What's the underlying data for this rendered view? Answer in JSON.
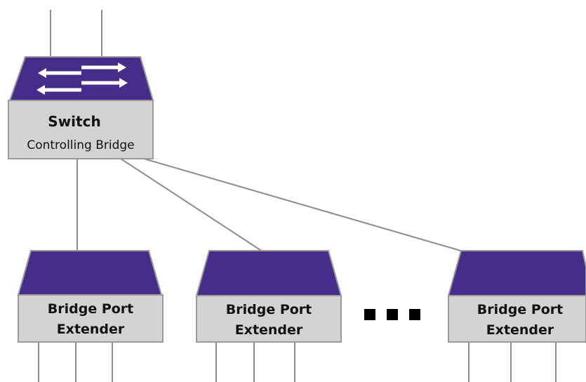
{
  "colors": {
    "device_top": "#472d8a",
    "device_body": "#d3d3d3",
    "device_border": "#9a9a9a",
    "link": "#8c8c8c",
    "arrow": "#ffffff",
    "ellipsis": "#000000"
  },
  "switch": {
    "title": "Switch",
    "subtitle": "Controlling Bridge",
    "icon": "bidirectional-arrows-icon"
  },
  "extenders": [
    {
      "line1": "Bridge Port",
      "line2": "Extender"
    },
    {
      "line1": "Bridge Port",
      "line2": "Extender"
    },
    {
      "line1": "Bridge Port",
      "line2": "Extender"
    }
  ],
  "ellipsis_icon": "ellipsis-dots-icon"
}
